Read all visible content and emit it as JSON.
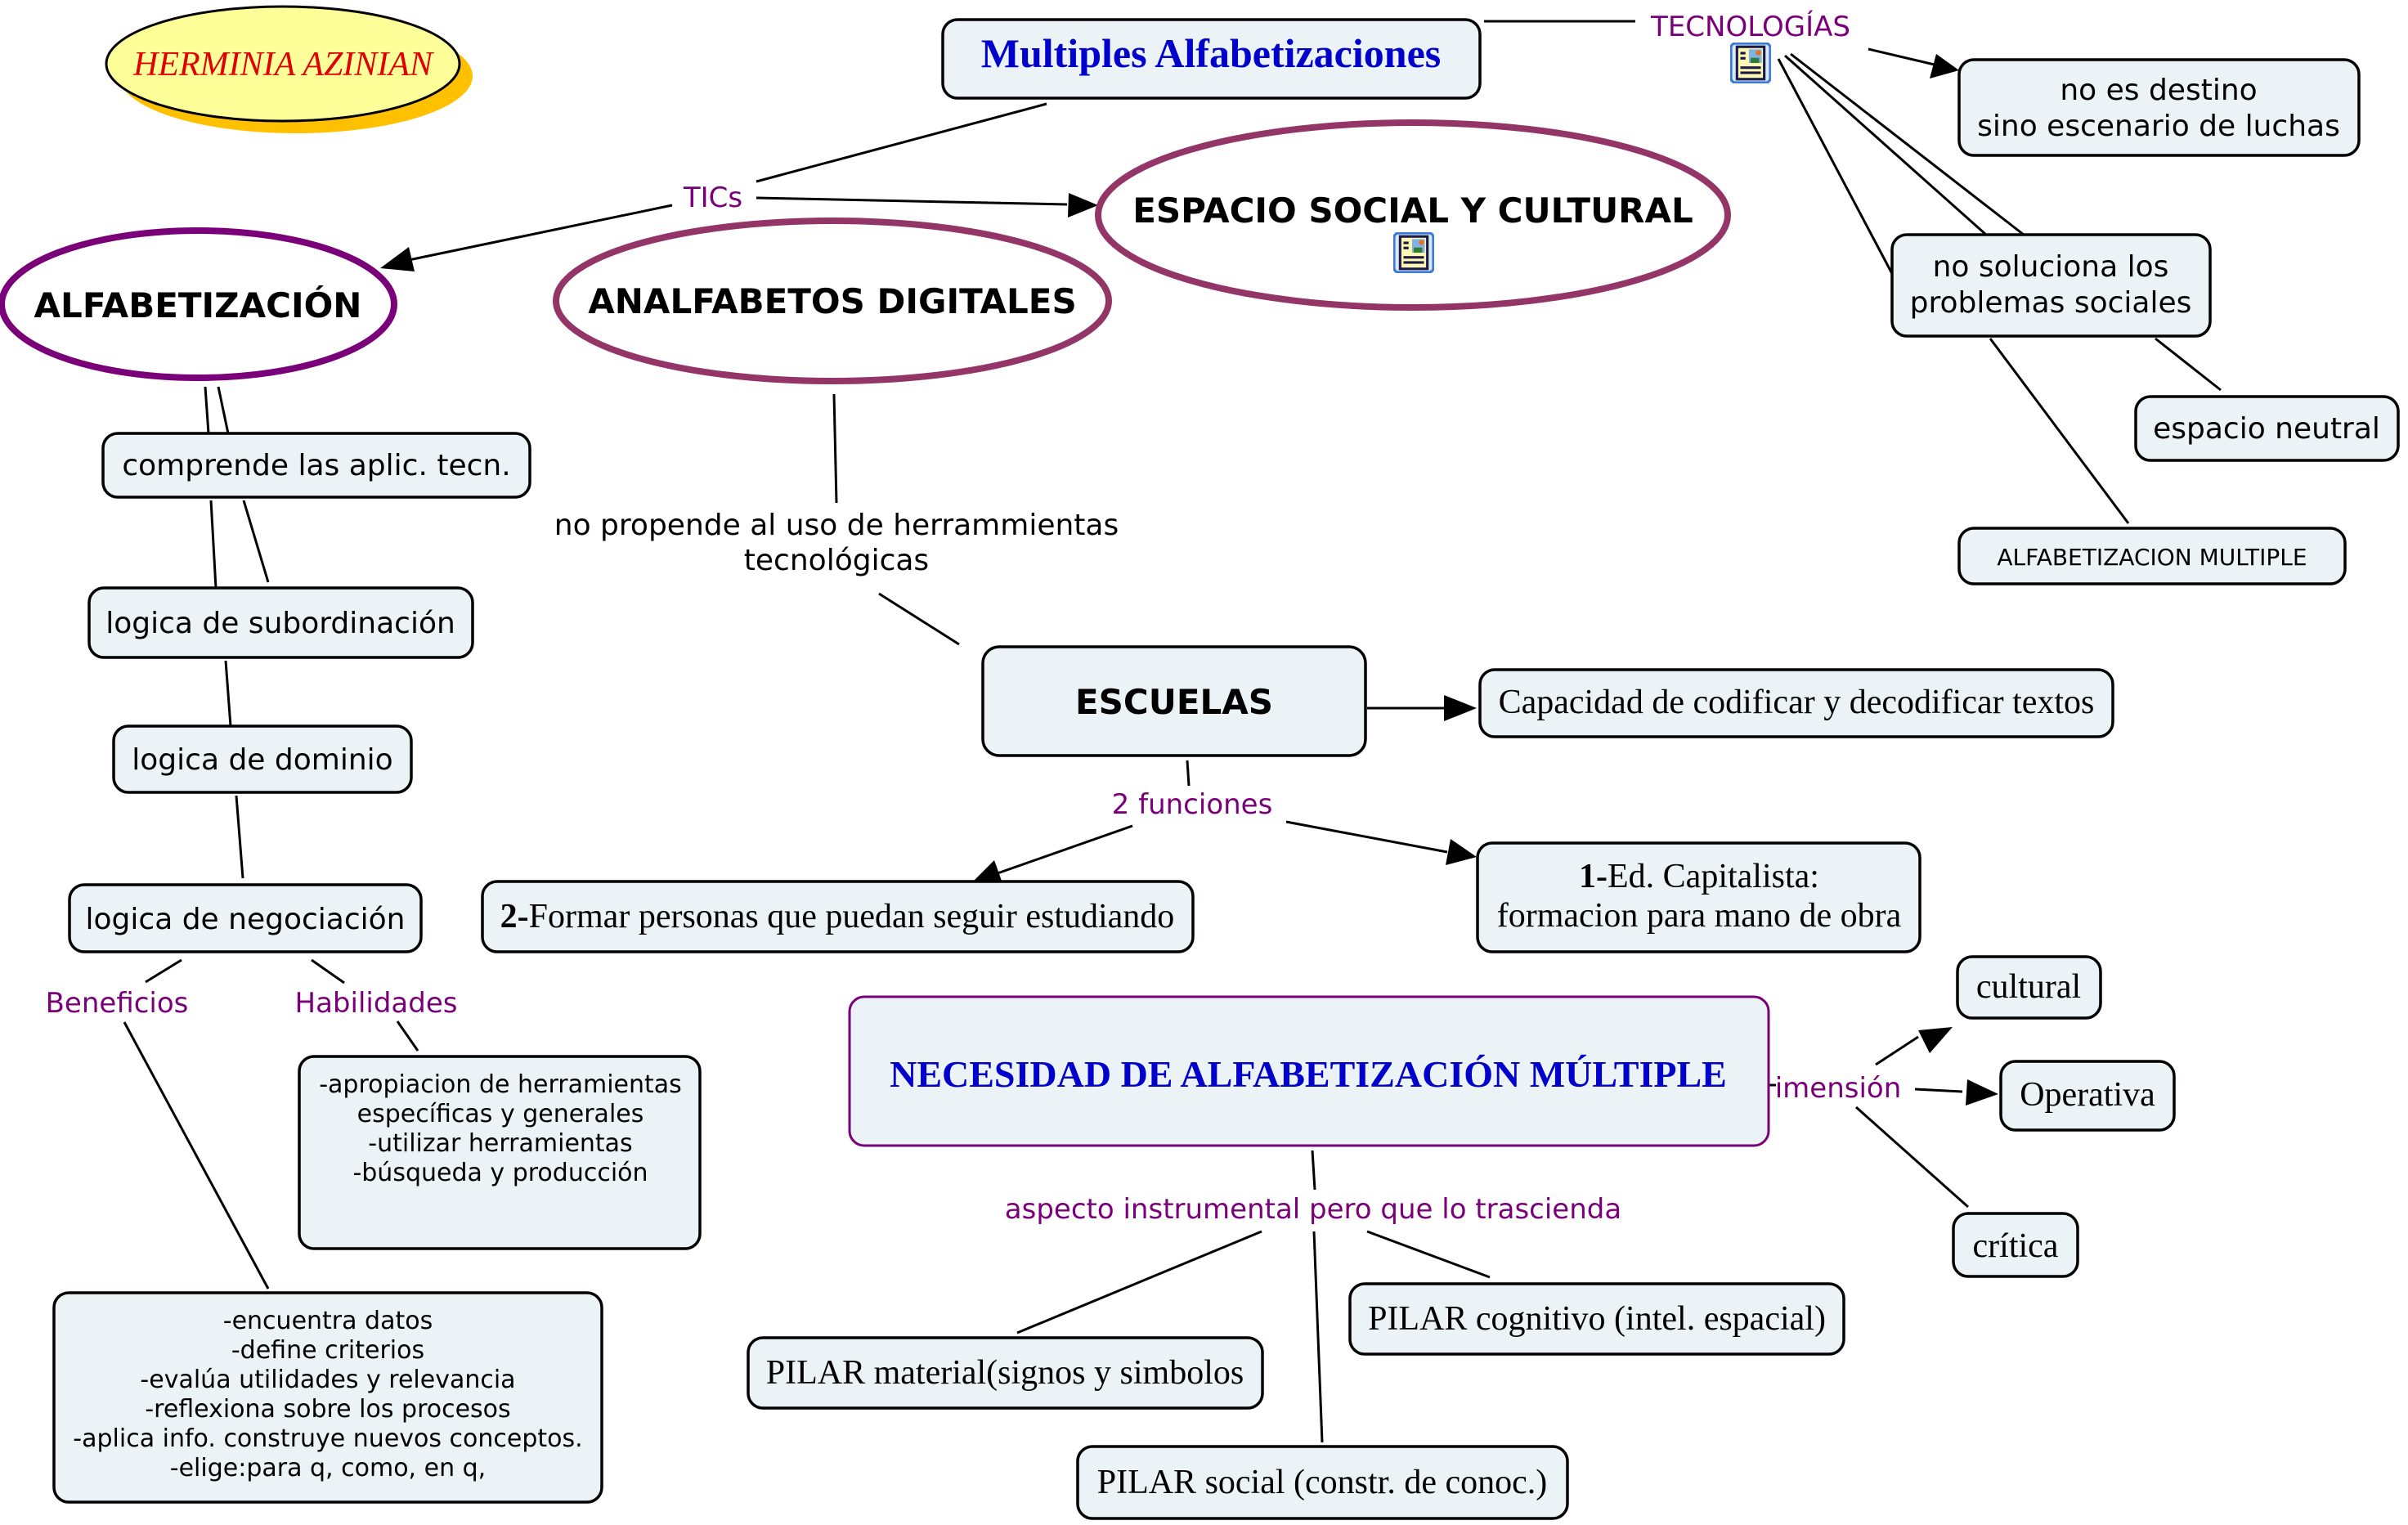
{
  "author": "HERMINIA AZINIAN",
  "colors": {
    "node_fill": "#ebf3f6",
    "link_label": "#7a007a",
    "title_blue": "#0000cc",
    "author_red": "#e00000",
    "author_fill": "#ffff99",
    "author_shadow": "#ffc000",
    "alfabetizacion_border": "#7a007a",
    "ellipse_border": "#933566"
  },
  "nodes": {
    "title": "Multiples Alfabetizaciones",
    "alfabetizacion": "ALFABETIZACIÓN",
    "analfabetos": "ANALFABETOS DIGITALES",
    "espacio": "ESPACIO SOCIAL Y CULTURAL",
    "no_es_destino": [
      "no es destino",
      "sino escenario de luchas"
    ],
    "no_soluciona": [
      "no soluciona los",
      "problemas sociales"
    ],
    "espacio_neutral": "espacio neutral",
    "alfabetizacion_multiple": "ALFABETIZACION MULTIPLE",
    "comprende": "comprende las aplic. tecn.",
    "subordinacion": "logica de subordinación",
    "dominio": "logica de dominio",
    "negociacion": "logica de negociación",
    "habilidades_box": [
      "-apropiacion de herramientas",
      "específicas y generales",
      "-utilizar herramientas",
      "-búsqueda y producción"
    ],
    "beneficios_box": [
      "-encuentra datos",
      "-define criterios",
      "-evalúa utilidades y relevancia",
      "-reflexiona sobre los procesos",
      "-aplica info. construye nuevos conceptos.",
      "-elige:para q, como, en q,"
    ],
    "escuelas": "ESCUELAS",
    "capacidad": "Capacidad de codificar y decodificar textos",
    "formar_num": "2-",
    "formar_text": "Formar personas que puedan seguir estudiando",
    "capitalista_num": "1-",
    "capitalista_text": "Ed. Capitalista:",
    "capitalista_line2": "formacion para mano de obra",
    "necesidad": "NECESIDAD DE ALFABETIZACIÓN MÚLTIPLE",
    "cultural": "cultural",
    "operativa": "Operativa",
    "critica": "crítica",
    "pilar_material": "PILAR material(signos y simbolos",
    "pilar_cognitivo": "PILAR cognitivo (intel. espacial)",
    "pilar_social": "PILAR social (constr. de conoc.)"
  },
  "link_labels": {
    "tecnologias": "TECNOLOGÍAS",
    "tics": "TICs",
    "no_propende": [
      "no propende al uso de herrammientas",
      "tecnológicas"
    ],
    "beneficios": "Beneficios",
    "habilidades": "Habilidades",
    "dos_funciones": "2 funciones",
    "dimension": "imensión",
    "aspecto": "aspecto instrumental pero que lo trascienda"
  },
  "icons": {
    "tecnologias_resource": "document-image-icon",
    "espacio_resource": "document-image-icon"
  }
}
